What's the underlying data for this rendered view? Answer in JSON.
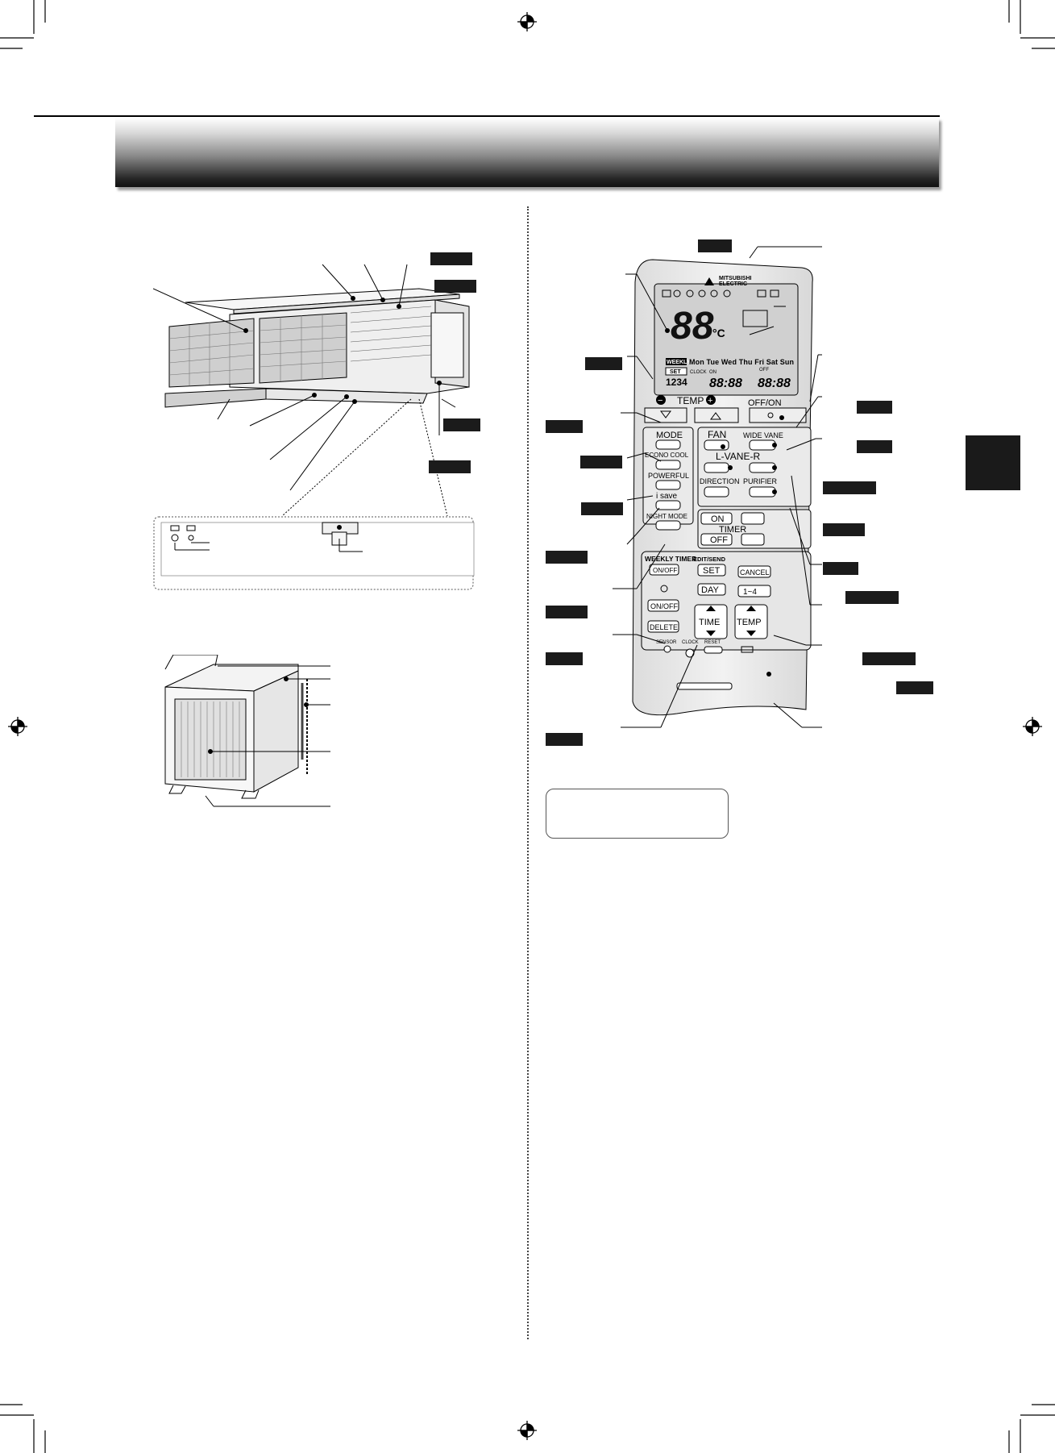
{
  "remote": {
    "brand_line1": "MITSUBISHI",
    "brand_line2": "ELECTRIC",
    "display": {
      "temp_digits": "88",
      "temp_unit": "°C",
      "weekly": "WEEKLY",
      "days": "Mon Tue Wed Thu Fri Sat Sun",
      "set": "SET",
      "clock": "CLOCK",
      "on": "ON",
      "off": "OFF",
      "numbers": "1234",
      "time1": "88:88",
      "time2": "88:88"
    },
    "buttons": {
      "temp": "TEMP",
      "minus": "−",
      "plus": "+",
      "off_on": "OFF/ON",
      "mode": "MODE",
      "fan": "FAN",
      "wide_vane": "WIDE VANE",
      "econo_cool": "ECONO COOL",
      "l_vane_r": "L-VANE-R",
      "powerful": "POWERFUL",
      "direction": "DIRECTION",
      "purifier": "PURIFIER",
      "isave": "i save",
      "night_mode": "NIGHT MODE",
      "timer": "TIMER",
      "timer_on": "ON",
      "timer_off": "OFF",
      "weekly_timer": "WEEKLY TIMER",
      "weekly_onoff": "ON/OFF",
      "edit_send": "EDIT/SEND",
      "set": "SET",
      "cancel": "CANCEL",
      "day": "DAY",
      "range": "1~4",
      "onoff": "ON/OFF",
      "delete": "DELETE",
      "time": "TIME",
      "temp2": "TEMP",
      "sensor": "SENSOR",
      "clock": "CLOCK",
      "reset": "RESET"
    }
  }
}
